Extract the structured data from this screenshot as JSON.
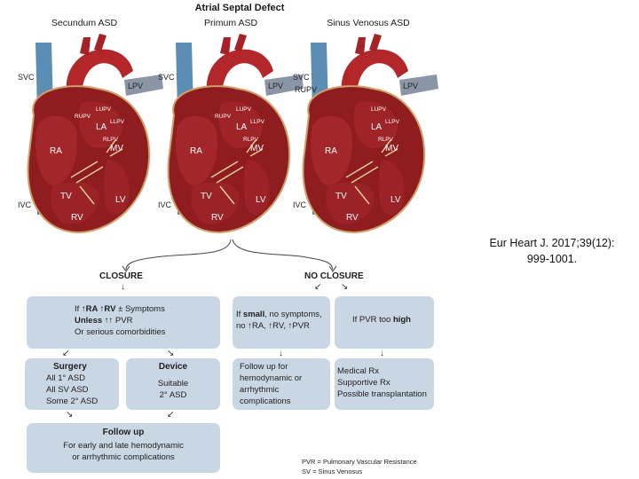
{
  "title": "Atrial Septal Defect",
  "hearts": [
    {
      "header": "Secundum ASD",
      "labels": {
        "svc": "SVC",
        "rupv": "",
        "lpv": "LPV",
        "ra": "RA",
        "la": "LA",
        "mv": "MV",
        "tv": "TV",
        "rv": "RV",
        "lv": "LV",
        "ivc": "IVC",
        "lupv": "LUPV",
        "llpv": "LLPV",
        "rupv_small": "RUPV",
        "rlpv": "RLPV"
      }
    },
    {
      "header": "Primum ASD",
      "labels": {
        "svc": "SVC",
        "rupv": "",
        "lpv": "LPV",
        "ra": "RA",
        "la": "LA",
        "mv": "MV",
        "tv": "TV",
        "rv": "RV",
        "lv": "LV",
        "ivc": "IVC",
        "lupv": "LUPV",
        "llpv": "LLPV",
        "rupv_small": "RUPV",
        "rlpv": "RLPV"
      }
    },
    {
      "header": "Sinus Venosus ASD",
      "labels": {
        "svc": "SVC",
        "rupv": "RUPV",
        "lpv": "LPV",
        "ra": "RA",
        "la": "LA",
        "mv": "MV",
        "tv": "TV",
        "rv": "RV",
        "lv": "LV",
        "ivc": "IVC",
        "lupv": "LUPV",
        "llpv": "LLPV",
        "rupv_small": "",
        "rlpv": "RLPV"
      }
    }
  ],
  "closure": {
    "label": "CLOSURE",
    "criteria": {
      "line1_pre": "If ",
      "line1_ra": "↑RA ↑RV",
      "line1_post": " ± Symptoms",
      "line2_bold": "Unless",
      "line2_post": " ↑↑ PVR",
      "line3": "Or serious comorbidities"
    },
    "surgery": {
      "head": "Surgery",
      "l1": "All 1° ASD",
      "l2": "All SV ASD",
      "l3": "Some 2° ASD"
    },
    "device": {
      "head": "Device",
      "l1": "Suitable",
      "l2": "2° ASD"
    },
    "followup": {
      "head": "Follow up",
      "l1": "For early and late hemodynamic",
      "l2": "or arrhythmic complications"
    }
  },
  "no_closure": {
    "label": "NO CLOSURE",
    "small": {
      "l1_pre": "If ",
      "l1_bold": "small",
      "l1_post": ", no symptoms,",
      "l2": "no ↑RA, ↑RV, ↑PVR"
    },
    "small_followup": {
      "l1": "Follow up for",
      "l2": "hemodynamic or",
      "l3": "arrhythmic",
      "l4": "complications"
    },
    "high": {
      "pre": "If PVR too ",
      "bold": "high"
    },
    "high_tx": {
      "l1": "Medical Rx",
      "l2": "Supportive Rx",
      "l3": "Possible transplantation"
    }
  },
  "footnotes": [
    "PVR = Pulmonary Vascular Resistance",
    "SV = Sinus Venosus"
  ],
  "citation": {
    "l1": "Eur Heart J. 2017;39(12):",
    "l2": "999-1001."
  },
  "arrow_glyphs": {
    "down": "↓",
    "down_left": "↙",
    "down_right": "↘"
  }
}
